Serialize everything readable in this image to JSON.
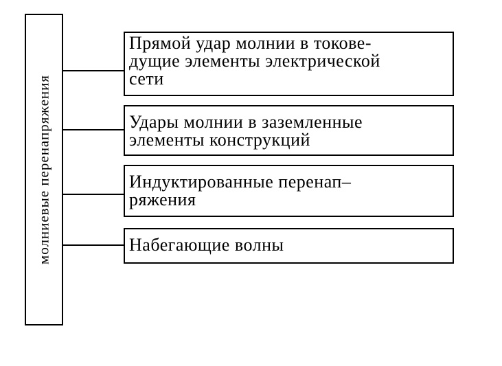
{
  "diagram": {
    "root": {
      "label": "молниевые перенапряжения"
    },
    "branches": [
      {
        "lines": [
          "Прямой удар молнии в токове-",
          "дущие элементы электрической",
          "сети"
        ]
      },
      {
        "lines": [
          "Удары молнии в заземленные",
          "элементы  конструкций"
        ]
      },
      {
        "lines": [
          "Индуктированные перенап–",
          "ряжения"
        ]
      },
      {
        "lines": [
          "Набегающие волны"
        ]
      }
    ]
  }
}
